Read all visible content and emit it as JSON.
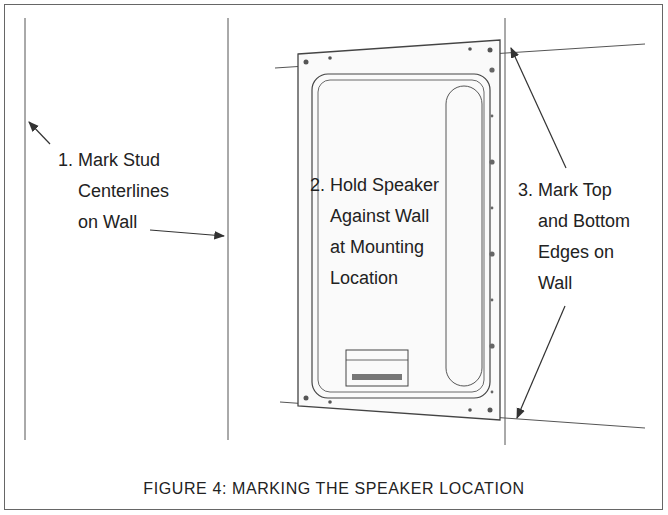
{
  "diagram": {
    "caption": "FIGURE 4: MARKING THE SPEAKER LOCATION",
    "labels": [
      "1. Mark Stud Centerlines on Wall",
      "2. Hold Speaker Against Wall at Mounting Location",
      "3. Mark Top and Bottom Edges on Wall"
    ]
  }
}
